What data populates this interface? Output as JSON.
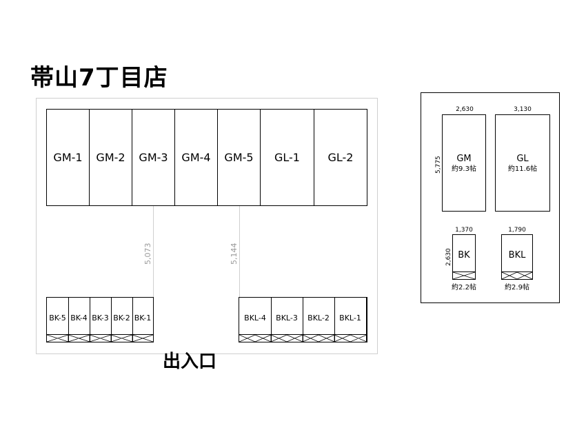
{
  "title": "帯山7丁目店",
  "entrance": "出入口",
  "top_units": [
    "GM-1",
    "GM-2",
    "GM-3",
    "GM-4",
    "GM-5",
    "GL-1",
    "GL-2"
  ],
  "bk_units": [
    "BK-5",
    "BK-4",
    "BK-3",
    "BK-2",
    "BK-1"
  ],
  "bkl_units": [
    "BKL-4",
    "BKL-3",
    "BKL-2",
    "BKL-1"
  ],
  "dimensions": {
    "left_aisle": "5,073",
    "right_aisle": "5,144"
  },
  "legend": {
    "gm": {
      "name": "GM",
      "area": "約9.3帖",
      "width": "2,630",
      "depth": "5,775"
    },
    "gl": {
      "name": "GL",
      "area": "約11.6帖",
      "width": "3,130"
    },
    "bk": {
      "name": "BK",
      "area": "約2.2帖",
      "width": "1,370",
      "depth": "2,630"
    },
    "bkl": {
      "name": "BKL",
      "area": "約2.9帖",
      "width": "1,790"
    }
  }
}
